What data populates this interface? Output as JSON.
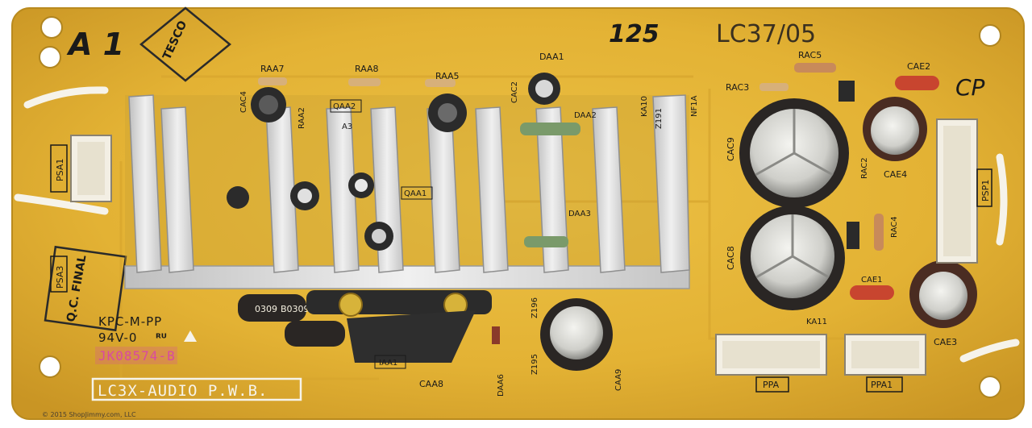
{
  "board": {
    "title_box": "LC3X-AUDIO P.W.B.",
    "part_code": "JK08574-B",
    "material_code": "KPC-M-PP",
    "rating": "94V-0",
    "handwritten_model": "LC37/05",
    "handwritten_mark_left": "A 1",
    "handwritten_mark_top": "125",
    "handwritten_mark_right": "CP",
    "stamp_tesco": "TESCO",
    "stamp_qc": "Q.C. FINAL",
    "copyright": "© 2015 ShopJimmy.com, LLC"
  },
  "labels": {
    "psa1": "PSA1",
    "psa3": "PSA3",
    "psp1": "PSP1",
    "ppa": "PPA",
    "ppa1": "PPA1",
    "iaa1": "IAA1",
    "raa7": "RAA7",
    "raa8": "RAA8",
    "raa5": "RAA5",
    "raa2": "RAA2",
    "qaa2": "QAA2",
    "qaa1": "QAA1",
    "daa1": "DAA1",
    "daa2": "DAA2",
    "daa3": "DAA3",
    "cac2": "CAC2",
    "cac4": "CAC4",
    "cac9": "CAC9",
    "cac8": "CAC8",
    "cae2": "CAE2",
    "cae4": "CAE4",
    "cae3": "CAE3",
    "cae1": "CAE1",
    "rac3": "RAC3",
    "rac5": "RAC5",
    "rac2": "RAC2",
    "rac4": "RAC4",
    "caa8": "CAA8",
    "caa9": "CAA9",
    "daa6": "DAA6",
    "z195": "Z195",
    "z196": "Z196",
    "z191": "Z191",
    "ka10": "KA10",
    "ka11": "KA11",
    "nf1a": "NF1A",
    "a3": "A3",
    "cap_code_1": "0309",
    "cap_code_2": "B0309"
  },
  "colors": {
    "pcb": "#e6b53a",
    "pcb_dark": "#c99a26",
    "heatsink": "#dcdcdc",
    "connector": "#f2efe6",
    "cap_dark": "#2a2624",
    "resistor_red": "#c8452f",
    "magenta_label": "#d94aa0"
  }
}
